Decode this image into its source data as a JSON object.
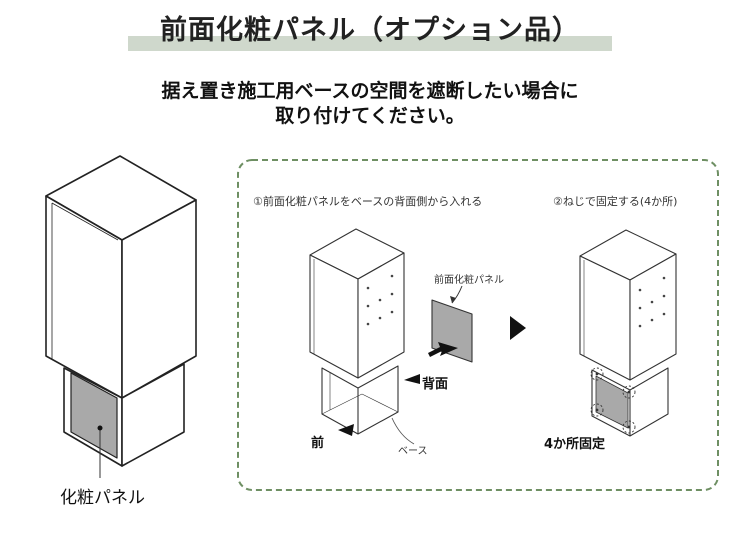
{
  "title": "前面化粧パネル（オプション品）",
  "subtitle_line1": "据え置き施工用ベースの空間を遮断したい場合に",
  "subtitle_line2": "取り付けてください。",
  "left_figure": {
    "panel_label": "化粧パネル"
  },
  "step1": {
    "caption": "①前面化粧パネルをベースの背面側から入れる",
    "panel_callout": "前面化粧パネル",
    "back_label": "背面",
    "front_label": "前",
    "base_label": "ベース"
  },
  "step2": {
    "caption": "②ねじで固定する(4か所)",
    "fix_label": "4か所固定"
  },
  "colors": {
    "title_band": "#cfd8cc",
    "dashed_frame": "#6e8f63",
    "panel_gray": "#a9a9a9"
  }
}
